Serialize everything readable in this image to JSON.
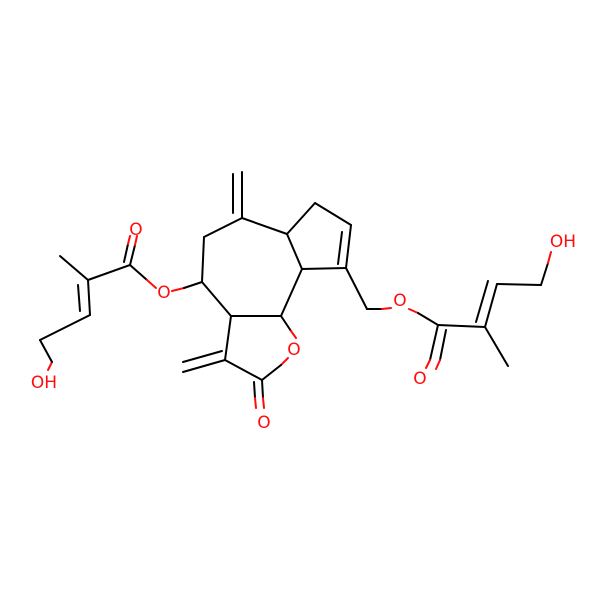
{
  "colors": {
    "bond": "#000000",
    "oxygen": "#ff0d0d",
    "background": "#ffffff"
  },
  "atoms": {
    "ester_o_left": "O",
    "carbonyl_o_left": "O",
    "hydroxyl_left": "OH",
    "ring_o": "O",
    "lactone_carbonyl_o": "O",
    "ester_o_right": "O",
    "carbonyl_o_right": "O",
    "hydroxyl_right": "OH"
  }
}
